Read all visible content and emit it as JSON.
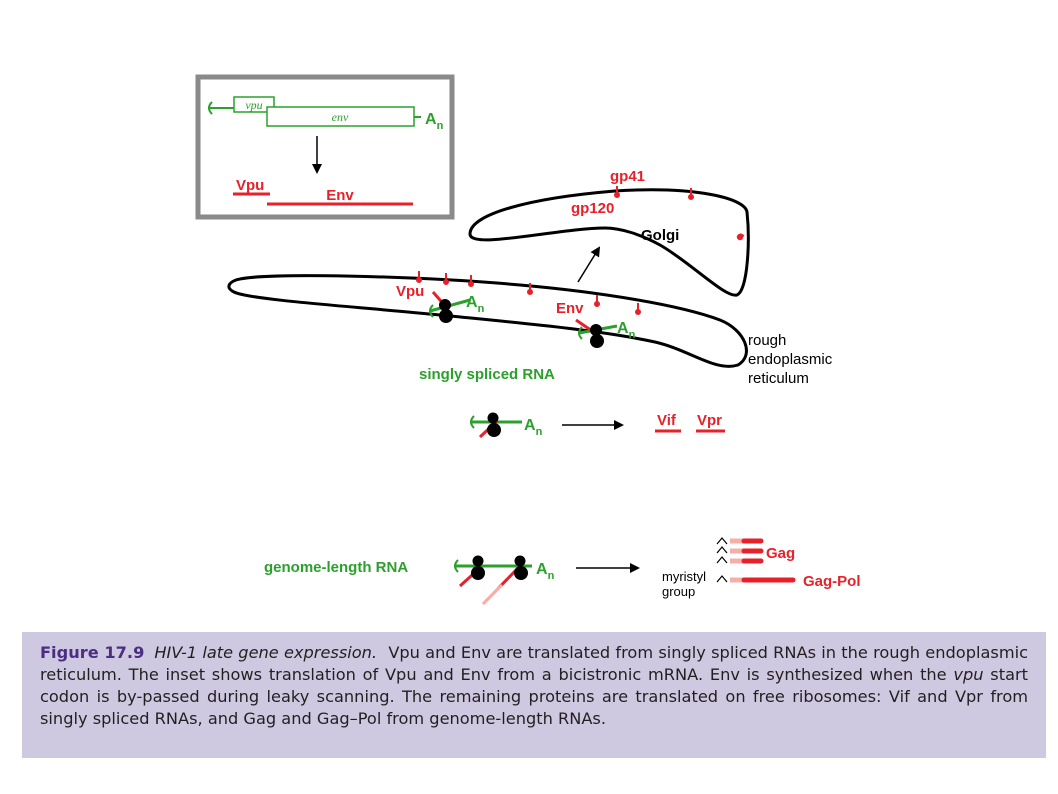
{
  "inset": {
    "vpu_gene": "vpu",
    "env_gene": "env",
    "polya": "A",
    "polya_sub": "n",
    "vpu_protein": "Vpu",
    "env_protein": "Env"
  },
  "golgi": {
    "label": "Golgi",
    "gp41": "gp41",
    "gp120": "gp120"
  },
  "er": {
    "label_line1": "rough",
    "label_line2": "endoplasmic",
    "label_line3": "reticulum",
    "vpu": "Vpu",
    "env": "Env",
    "polya": "A",
    "polya_sub": "n",
    "rna_label": "singly spliced RNA"
  },
  "free_singly": {
    "polya": "A",
    "polya_sub": "n",
    "vif": "Vif",
    "vpr": "Vpr"
  },
  "genome": {
    "rna_label": "genome-length RNA",
    "polya": "A",
    "polya_sub": "n",
    "gag": "Gag",
    "gag_pol": "Gag-Pol",
    "myristyl_line1": "myristyl",
    "myristyl_line2": "group"
  },
  "caption": {
    "label": "Figure 17.9",
    "title": "HIV-1 late gene expression.",
    "text1": "Vpu and Env are translated from singly spliced RNAs in the rough endoplasmic reticulum. The inset shows translation of Vpu and Env from a bicistronic mRNA. Env is synthesized when the",
    "italic_word": "vpu",
    "text2": "start codon is by-passed during leaky scanning. The remaining proteins are translated on free ribosomes: Vif and Vpr from singly spliced RNAs, and Gag and Gag–Pol from genome-length RNAs."
  },
  "colors": {
    "rna_green": "#2ca02c",
    "protein_red": "#e8202a",
    "caption_bg": "#cfc8e1",
    "caption_label": "#4b2e83",
    "inset_border": "#8a8a8a"
  }
}
